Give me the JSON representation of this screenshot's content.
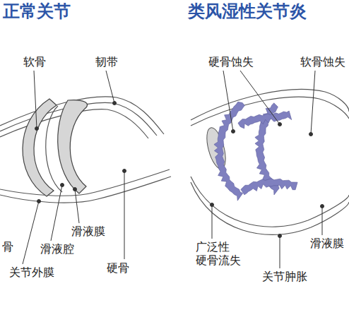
{
  "diagram": {
    "labels": [
      "正常关节",
      "类风湿性关节炎",
      "软骨",
      "韧带",
      "滑液膜",
      "滑液腔",
      "关节外膜",
      "硬骨",
      "骨",
      "硬骨蚀失",
      "软骨蚀失",
      "广泛性 硬骨流失",
      "滑液膜",
      "关节肿胀"
    ]
  }
}
